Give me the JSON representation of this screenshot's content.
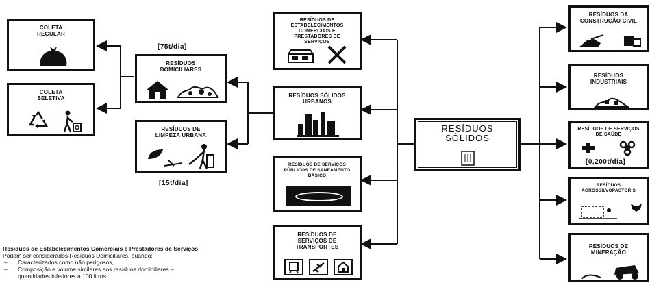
{
  "boxes": {
    "coleta_regular": "COLETA REGULAR",
    "coleta_seletiva": "COLETA SELETIVA",
    "domiciliares": "RESÍDUOS DOMICILIARES",
    "limpeza_urbana": "RESÍDUOS DE LIMPEZA URBANA",
    "comerciais": "RESÍDUOS DE ESTABELECIMENTOS COMERCIAIS E PRESTADORES DE SERVIÇOS",
    "solidos_urbanos": "RESÍDUOS SÓLIDOS URBANOS",
    "saneamento": "RESÍDUOS DE SERVIÇOS PÚBLICOS DE SANEAMENTO BÁSICO",
    "transportes": "RESÍDUOS DE SERVIÇOS DE TRANSPORTES",
    "residuos_solidos": "RESÍDUOS SÓLIDOS",
    "construcao_civil": "RESÍDUOS DA CONSTRUÇÃO CIVIL",
    "industriais": "RESÍDUOS INDUSTRIAIS",
    "saude": "RESÍDUOS DE SERVIÇOS DE SAÚDE",
    "agrossilvopastoris": "RESÍDUOS AGROSSILVOPASTORIS",
    "mineracao": "RESÍDUOS DE MINERAÇÃO"
  },
  "quantities": {
    "domiciliares": "[75t/dia]",
    "limpeza_urbana": "[15t/dia]",
    "saude": "[0,200t/dia]"
  },
  "note": {
    "title": "Resíduos de Estabelecimentos Comerciais e Prestadores de Serviços",
    "intro": "Podem ser considerados Resíduos Domiciliares, quando:",
    "items": [
      "Caracterizados como não perigosos,",
      "Composição e volume similares aos resíduos domiciliares – quantidades inferiores a 100 litros."
    ]
  },
  "colors": {
    "line": "#111111",
    "background": "#ffffff"
  }
}
